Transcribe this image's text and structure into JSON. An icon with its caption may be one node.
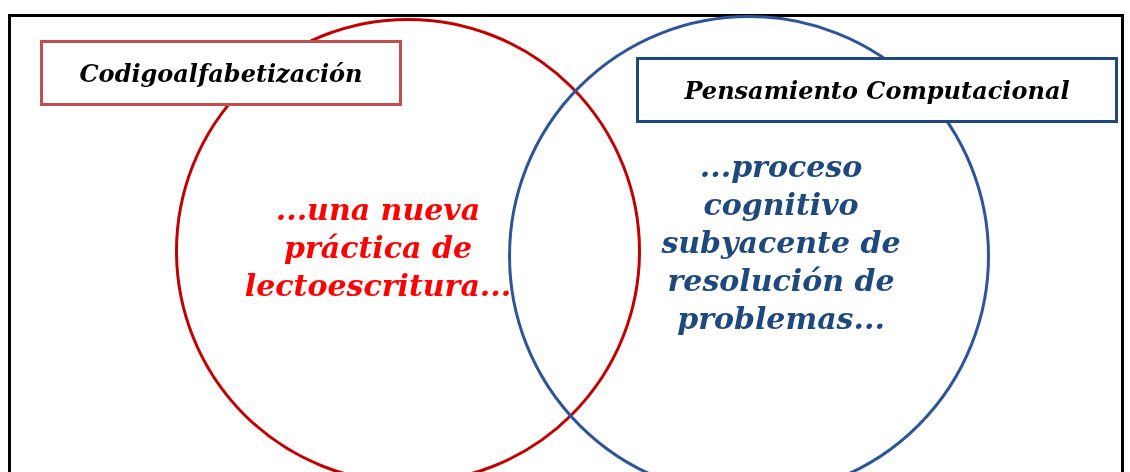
{
  "diagram": {
    "nodes": [
      {
        "text": [
          "Codigoalfabetización"
        ]
      },
      {
        "text": [
          "...una nueva práctica de lectoescritura..."
        ]
      },
      {
        "text": [
          "Pensamiento Computacional"
        ]
      },
      {
        "text": [
          "...proceso cognitivo subyacente de resolución de problemas..."
        ]
      }
    ]
  }
}
